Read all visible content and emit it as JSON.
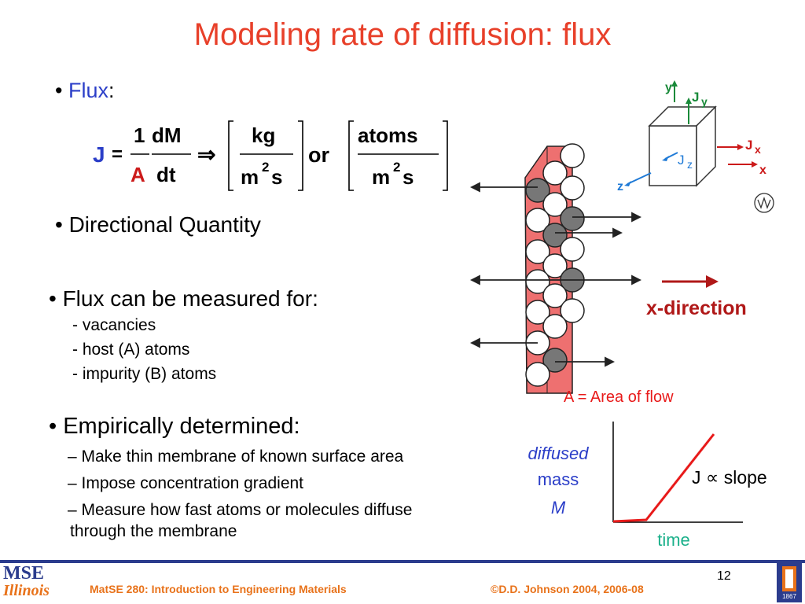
{
  "title": "Modeling rate of diffusion:  flux",
  "flux_bullet": {
    "bullet": "•",
    "term": "Flux",
    "colon": ":"
  },
  "equation": {
    "J": "J",
    "equals": "=",
    "one": "1",
    "dM": "dM",
    "A": "A",
    "dt": "dt",
    "implies": "⇒",
    "kg": "kg",
    "m": "m",
    "sq": "2",
    "s": "s",
    "or": "or",
    "atoms": "atoms"
  },
  "directional": "•  Directional Quantity",
  "measured": {
    "heading": "•  Flux can be measured for:",
    "items": [
      "- vacancies",
      "- host (A) atoms",
      "- impurity (B) atoms"
    ]
  },
  "empirical": {
    "heading": "•  Empirically determined:",
    "items": [
      "– Make thin membrane of known surface area",
      "– Impose concentration gradient",
      "– Measure how fast atoms or molecules diffuse"
    ],
    "continuation": "through the membrane"
  },
  "axes_diagram": {
    "y": "y",
    "Jy": "J",
    "Jy_sub": "y",
    "Jx": "J",
    "Jx_sub": "x",
    "x": "x",
    "z": "z",
    "Jz": "J",
    "Jz_sub": "z"
  },
  "membrane": {
    "direction_label": "x-direction",
    "area_label": "A = Area of flow"
  },
  "graph": {
    "ylabel_1": "diffused",
    "ylabel_2": "mass",
    "ylabel_3": "M",
    "relation": "J ∝ slope",
    "xlabel": "time"
  },
  "colors": {
    "title": "#e8402a",
    "flux": "#2b3ec8",
    "accent_red": "#cc1a1a",
    "axis_green": "#1a8a3a",
    "axis_blue": "#1f7ad6",
    "footer": "#e8721a",
    "footer_rule": "#2b3c8d"
  },
  "footer": {
    "course": "MatSE 280: Introduction to Engineering Materials",
    "copyright": "©D.D. Johnson 2004, 2006-08",
    "page": "12",
    "logo_mse": "MSE",
    "logo_illinois": "Illinois",
    "seal_year": "1867"
  }
}
